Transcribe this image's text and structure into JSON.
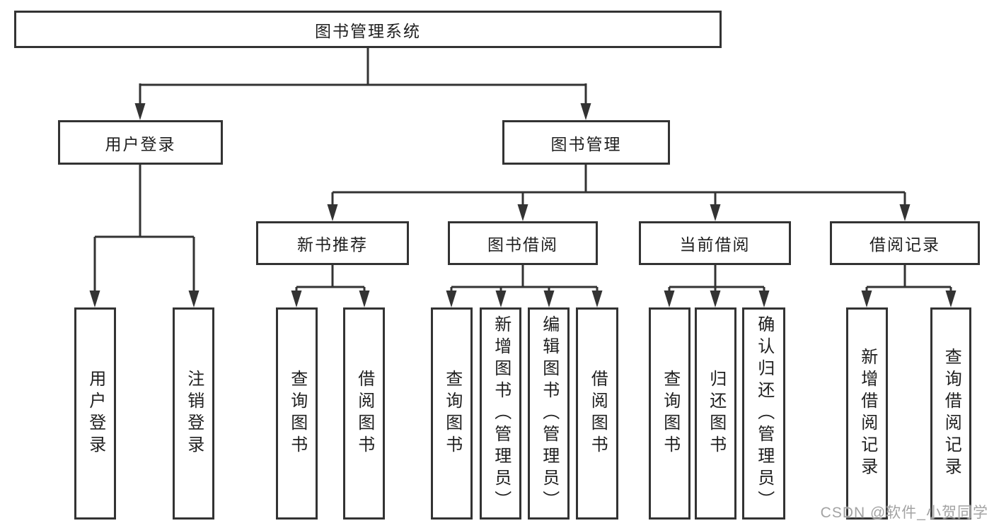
{
  "diagram_type": "hierarchy-tree",
  "colors": {
    "line": "#333333",
    "box_border": "#333333",
    "text": "#1f1f1f",
    "watermark": "#a3a3a3",
    "background": "#ffffff"
  },
  "nodes": {
    "root": "图书管理系统",
    "user_login": "用户登录",
    "book_mgmt": "图书管理",
    "new_books": "新书推荐",
    "book_borrow": "图书借阅",
    "current_borrow": "当前借阅",
    "borrow_records": "借阅记录",
    "leaf_user_login": "用户登录",
    "leaf_logout": "注销登录",
    "leaf_nb_query": "查询图书",
    "leaf_nb_borrow": "借阅图书",
    "leaf_bb_query": "查询图书",
    "leaf_bb_add": "新增图书（管理员）",
    "leaf_bb_edit": "编辑图书（管理员）",
    "leaf_bb_borrow": "借阅图书",
    "leaf_cb_query": "查询图书",
    "leaf_cb_return": "归还图书",
    "leaf_cb_confirm": "确认归还（管理员）",
    "leaf_br_add": "新增借阅记录",
    "leaf_br_query": "查询借阅记录"
  },
  "watermark": "CSDN @软件_小贺同学"
}
